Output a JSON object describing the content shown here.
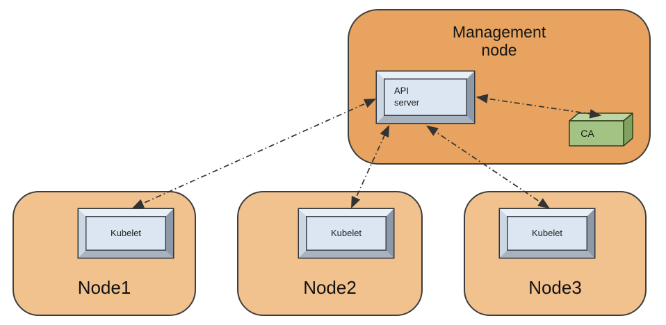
{
  "diagram": {
    "type": "architecture-diagram",
    "management_node": {
      "title": "Management\nnode",
      "api_server_label": "API\nserver",
      "ca_label": "CA"
    },
    "worker_nodes": [
      {
        "name": "Node1",
        "component_label": "Kubelet"
      },
      {
        "name": "Node2",
        "component_label": "Kubelet"
      },
      {
        "name": "Node3",
        "component_label": "Kubelet"
      }
    ],
    "connections": [
      {
        "from": "kubelet-node1",
        "to": "api-server",
        "style": "dash-dot",
        "bidirectional": true
      },
      {
        "from": "kubelet-node2",
        "to": "api-server",
        "style": "dash-dot",
        "bidirectional": true
      },
      {
        "from": "kubelet-node3",
        "to": "api-server",
        "style": "dash-dot",
        "bidirectional": true
      },
      {
        "from": "api-server",
        "to": "ca",
        "style": "dash-dot",
        "bidirectional": true
      }
    ],
    "colors": {
      "management_node_fill": "#e7a35f",
      "worker_node_fill": "#f2c28e",
      "node_border": "#3d3d3d",
      "component_face": "#dbe6f2",
      "ca_front": "#a2c383",
      "ca_top": "#bdd6a4",
      "ca_side": "#7fa35f",
      "arrow_color": "#333333"
    }
  }
}
